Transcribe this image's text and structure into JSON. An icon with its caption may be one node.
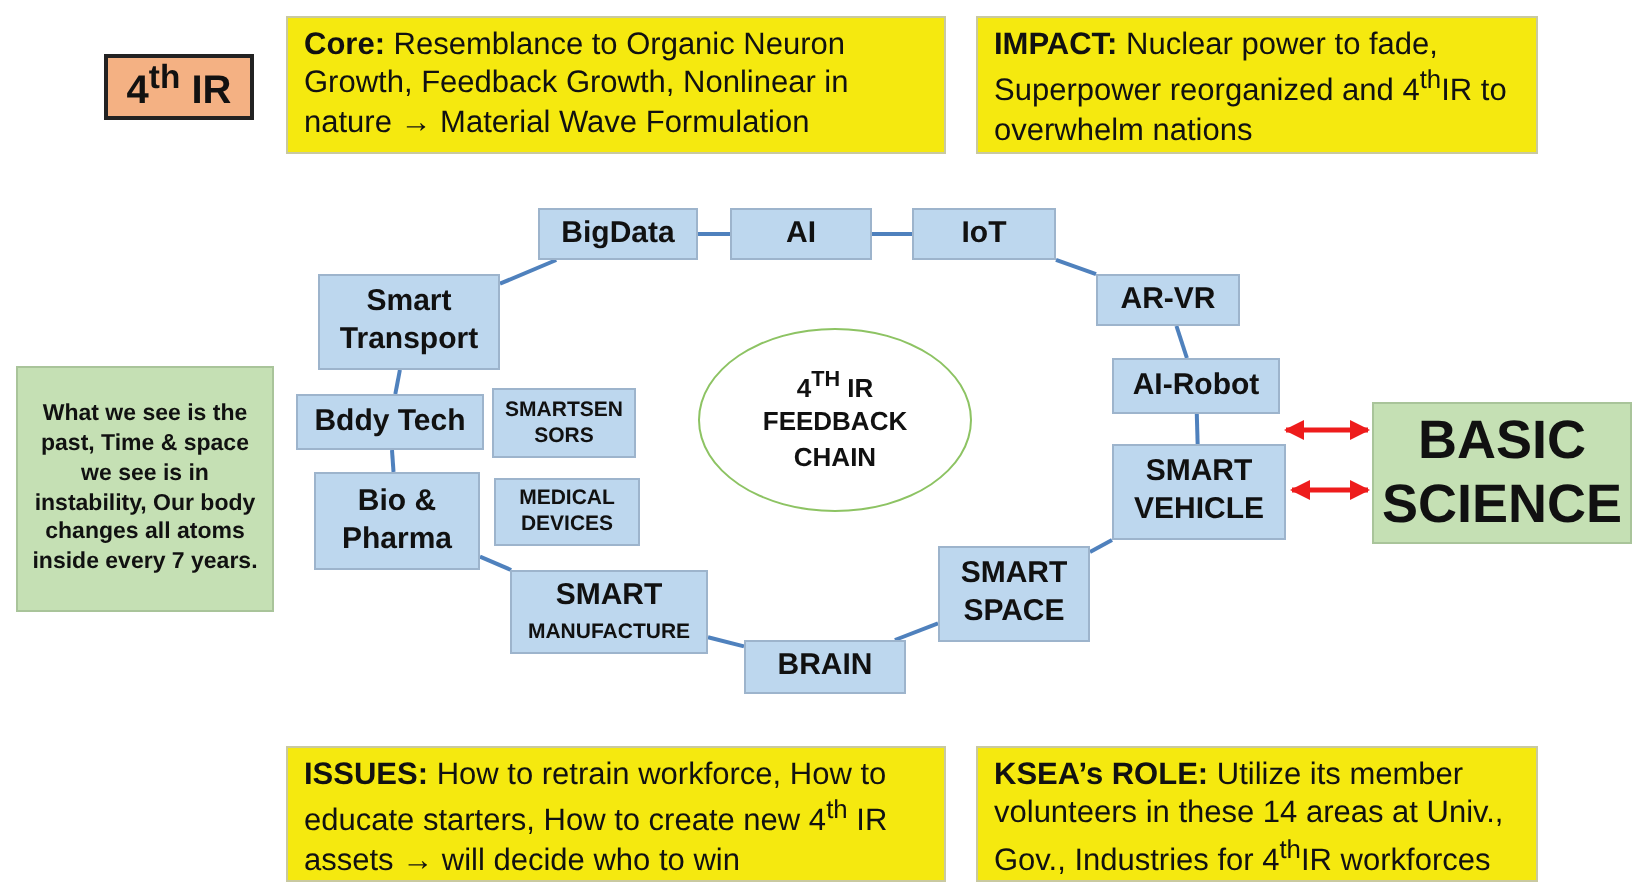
{
  "diagram": {
    "nodes": [
      {
        "text": [
          "4$^{th}$ IR"
        ]
      },
      {
        "text": [
          "**Core:** Resemblance to Organic Neuron Growth, Feedback Growth, Nonlinear in nature → Material Wave Formulation"
        ]
      },
      {
        "text": [
          "**IMPACT:** Nuclear power to fade, Superpower reorganized and 4$^{th}$IR to overwhelm nations"
        ]
      },
      {
        "text": [
          "BigData"
        ]
      },
      {
        "text": [
          "AI"
        ]
      },
      {
        "text": [
          "IoT"
        ]
      },
      {
        "text": [
          "AR-VR"
        ]
      },
      {
        "text": [
          "AI-Robot"
        ]
      },
      {
        "text": [
          "SMART VEHICLE"
        ]
      },
      {
        "text": [
          "BASIC SCIENCE"
        ]
      },
      {
        "text": [
          "Smart Transport"
        ]
      },
      {
        "text": [
          "Bddy Tech"
        ]
      },
      {
        "text": [
          "SMARTSEN SORS"
        ]
      },
      {
        "text": [
          "Bio & Pharma"
        ]
      },
      {
        "text": [
          "MEDICAL DEVICES"
        ]
      },
      {
        "text": [
          "4$^{TH}$ IR FEEDBACK CHAIN"
        ]
      },
      {
        "text": [
          "What we see is the past, Time & space we see is in instability, Our body changes all atoms inside every 7 years."
        ]
      },
      {
        "text": [
          "SMART SPACE"
        ]
      },
      {
        "text": [
          "SMART",
          "MANUFACTURE"
        ]
      },
      {
        "text": [
          "BRAIN"
        ]
      },
      {
        "text": [
          "**ISSUES:** How to retrain workforce, How to educate starters, How to create new 4$^{th}$ IR assets → will decide who to win"
        ]
      },
      {
        "text": [
          "**KSEA’s ROLE:** Utilize its member volunteers in these 14 areas at Univ., Gov., Industries for 4$^{th}$IR workforces"
        ]
      }
    ],
    "edges": [
      {
        "from": 10,
        "to": 3,
        "arrow": "none"
      },
      {
        "from": 3,
        "to": 4,
        "arrow": "none"
      },
      {
        "from": 4,
        "to": 5,
        "arrow": "none"
      },
      {
        "from": 5,
        "to": 6,
        "arrow": "none"
      },
      {
        "from": 6,
        "to": 7,
        "arrow": "none"
      },
      {
        "from": 7,
        "to": 8,
        "arrow": "none"
      },
      {
        "from": 7,
        "to": 9,
        "arrow": "both",
        "color": "#ee1c1c"
      },
      {
        "from": 8,
        "to": 9,
        "arrow": "both",
        "color": "#ee1c1c"
      },
      {
        "from": 8,
        "to": 17,
        "arrow": "none"
      },
      {
        "from": 17,
        "to": 19,
        "arrow": "none"
      },
      {
        "from": 19,
        "to": 18,
        "arrow": "none"
      },
      {
        "from": 18,
        "to": 13,
        "arrow": "none"
      },
      {
        "from": 13,
        "to": 11,
        "arrow": "none"
      },
      {
        "from": 11,
        "to": 10,
        "arrow": "none"
      }
    ]
  }
}
